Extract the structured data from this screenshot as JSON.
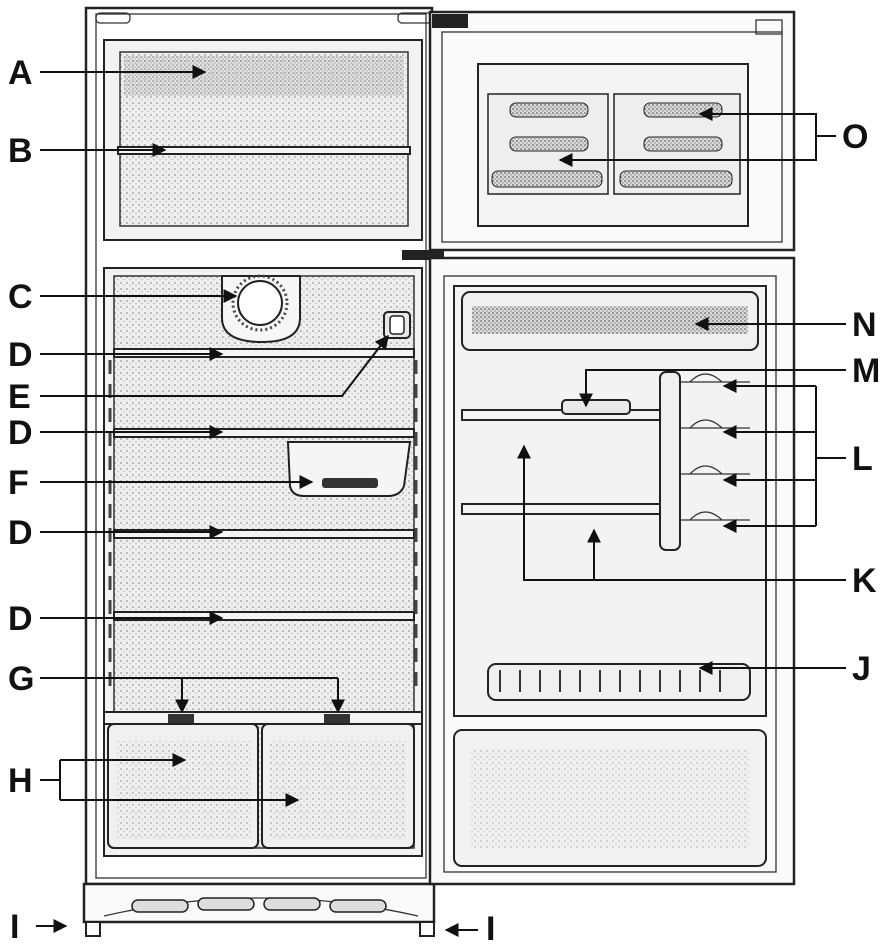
{
  "labels": {
    "A": "A",
    "B": "B",
    "C": "C",
    "D1": "D",
    "E": "E",
    "D2": "D",
    "F": "F",
    "D3": "D",
    "D4": "D",
    "G": "G",
    "H": "H",
    "I_left": "I",
    "I_right": "I",
    "N": "N",
    "M": "M",
    "L": "L",
    "O": "O",
    "K": "K",
    "J": "J"
  }
}
